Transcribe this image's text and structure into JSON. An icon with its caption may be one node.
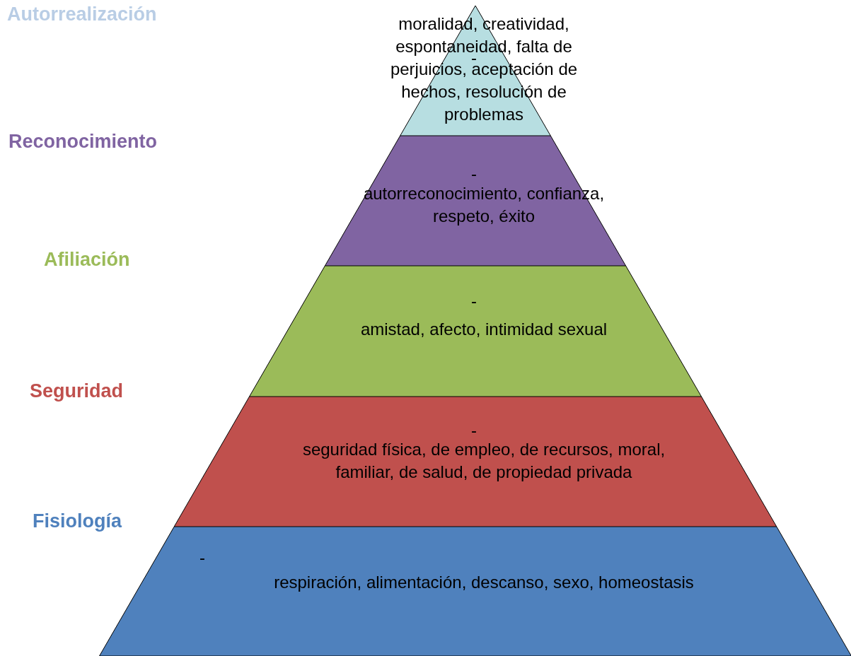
{
  "diagram": {
    "nodes": [
      {
        "text": [
          "-",
          "moralidad, creatividad, espontaneidad, falta de perjuicios, aceptación de hechos, resolución de problemas"
        ]
      },
      {
        "text": [
          "-",
          "autorreconocimiento, confianza, respeto, éxito"
        ]
      },
      {
        "text": [
          "-",
          "amistad, afecto, intimidad sexual"
        ]
      },
      {
        "text": [
          "-",
          "seguridad física, de empleo, de recursos, moral, familiar, de salud, de propiedad privada"
        ]
      },
      {
        "text": [
          "-",
          "respiración, alimentación, descanso, sexo, homeostasis"
        ]
      }
    ],
    "labels": [
      "Autorrealización",
      "Reconocimiento",
      "Afiliación",
      "Seguridad",
      "Fisiología"
    ]
  }
}
